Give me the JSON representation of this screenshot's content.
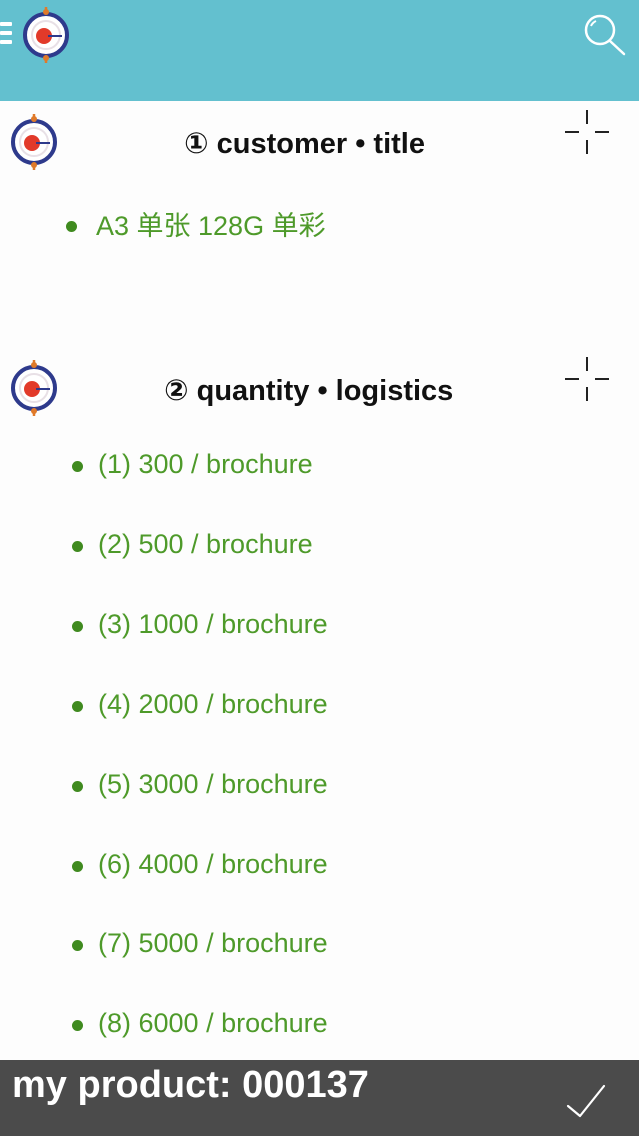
{
  "header": {
    "menu_icon": "hamburger-menu-icon",
    "logo_icon": "target-logo-icon",
    "search_icon": "search-icon",
    "background_color": "#63c0cf"
  },
  "sections": [
    {
      "title": "① customer • title",
      "items": [
        "A3 单张 128G 单彩"
      ]
    },
    {
      "title": "② quantity • logistics",
      "items": [
        "(1) 300 / brochure",
        "(2) 500 / brochure",
        "(3) 1000 / brochure",
        "(4) 2000 / brochure",
        "(5) 3000 / brochure",
        "(6) 4000 / brochure",
        "(7) 5000 / brochure",
        "(8) 6000 / brochure"
      ]
    }
  ],
  "footer": {
    "product_label": "my product: 000137",
    "confirm_icon": "checkmark-icon",
    "background_color": "#4b4b4b"
  },
  "colors": {
    "item_text": "#4e9a2a",
    "bullet": "#3f8a1f"
  }
}
